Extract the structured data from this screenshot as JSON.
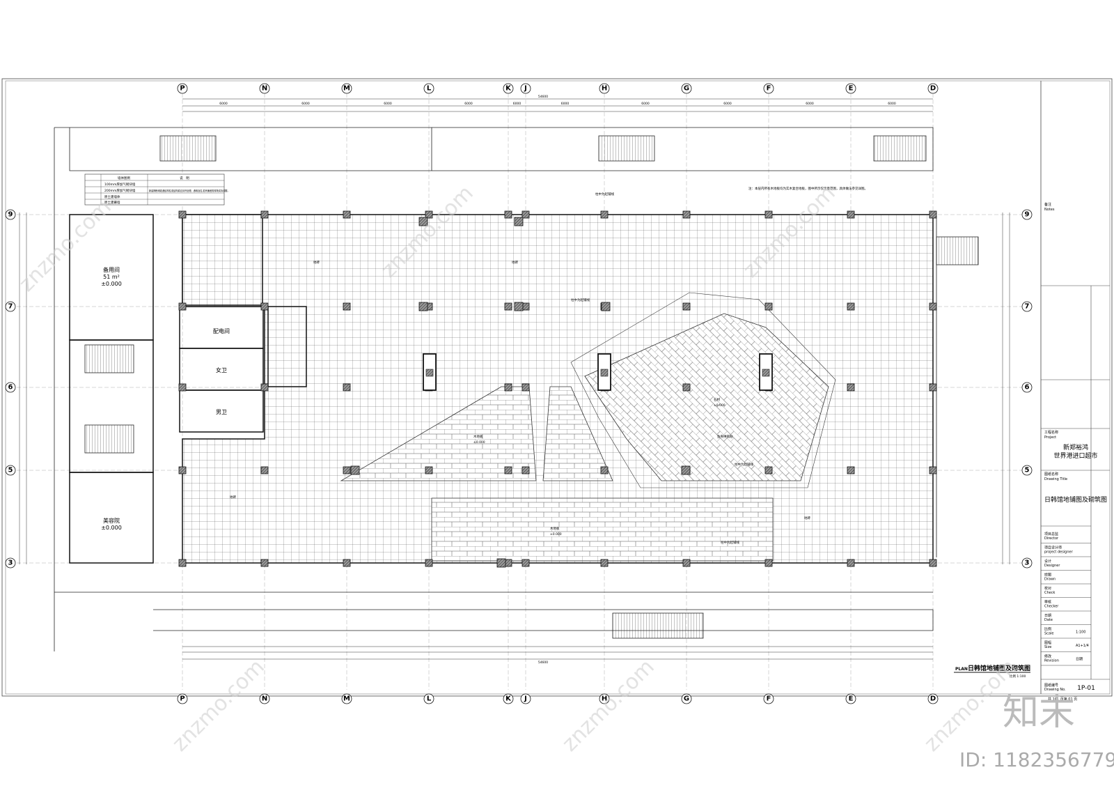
{
  "grid": {
    "columns": [
      "P",
      "N",
      "M",
      "L",
      "K",
      "J",
      "H",
      "G",
      "F",
      "E",
      "D"
    ],
    "rows": [
      "9",
      "7",
      "6",
      "5",
      "3"
    ]
  },
  "dims": {
    "overall": "54600",
    "top_spans": [
      "6000",
      "6000",
      "6000",
      "6000",
      "6000",
      "6000",
      "6000",
      "6000",
      "6000",
      "6000"
    ]
  },
  "rooms": {
    "spare": "备用间",
    "spare_area": "51 m²",
    "spare_level": "±0.000",
    "power": "配电间",
    "female_wc": "女卫",
    "male_wc": "男卫",
    "beauty": "美容院",
    "beauty_level": "±0.000"
  },
  "legend": {
    "header_col1": "墙体图例",
    "header_col2": "说　明",
    "rows": [
      "100mm厚加气砌块墙",
      "200mm厚加气砌块墙",
      "原土建墙体",
      "原土建幕墙"
    ],
    "note": "新建隔断墙若遇结构柱或结构梁应另作处理，遇墙及柱,若有偏差需现场实际调整。"
  },
  "floor_notes": {
    "tile": "地砖",
    "wood": "木地板",
    "stone": "石材",
    "level": "±0.000",
    "note_top": "注：本层内所有木地板均为实木复合地板，图中所示仅示意范围，具体做法参见详图。",
    "lights": "柱中为起铺线",
    "herringbone": "鱼骨拼铺贴"
  },
  "title_block": {
    "notes_label": "备注",
    "notes_en": "Notes",
    "project_label": "工程名称",
    "project_en": "Project",
    "project_name_1": "新郑裕鸿",
    "project_name_2": "世界港进口超市",
    "drawing_title_label": "图纸名称",
    "drawing_title_en": "Drawing Title",
    "drawing_title": "日韩馆地铺图及砌筑图",
    "rows": [
      {
        "cn": "项目总监",
        "en": "Director",
        "val": ""
      },
      {
        "cn": "项目设计师",
        "en": "project designer",
        "val": ""
      },
      {
        "cn": "设计",
        "en": "Designer",
        "val": ""
      },
      {
        "cn": "绘图",
        "en": "Drawn",
        "val": ""
      },
      {
        "cn": "校对",
        "en": "Check",
        "val": ""
      },
      {
        "cn": "审核",
        "en": "Checker",
        "val": ""
      },
      {
        "cn": "日期",
        "en": "Date",
        "val": ""
      },
      {
        "cn": "比例",
        "en": "Scale",
        "val": "1:100"
      },
      {
        "cn": "图幅",
        "en": "Size",
        "val": "A1+1/4"
      },
      {
        "cn": "修改",
        "en": "Revision",
        "val": "日期"
      }
    ],
    "drawing_no_label": "图纸编号",
    "drawing_no_en": "Drawing No.",
    "drawing_no": "1P-01",
    "sheet_count": "共 101 页第 01 页"
  },
  "plan_title": {
    "prefix": "PLAN",
    "name": "日韩馆地铺图及砌筑图",
    "scale": "比例 1:100"
  },
  "watermark": {
    "logo": "知末",
    "id": "ID: 1182356779",
    "site": "znzmo.com"
  }
}
